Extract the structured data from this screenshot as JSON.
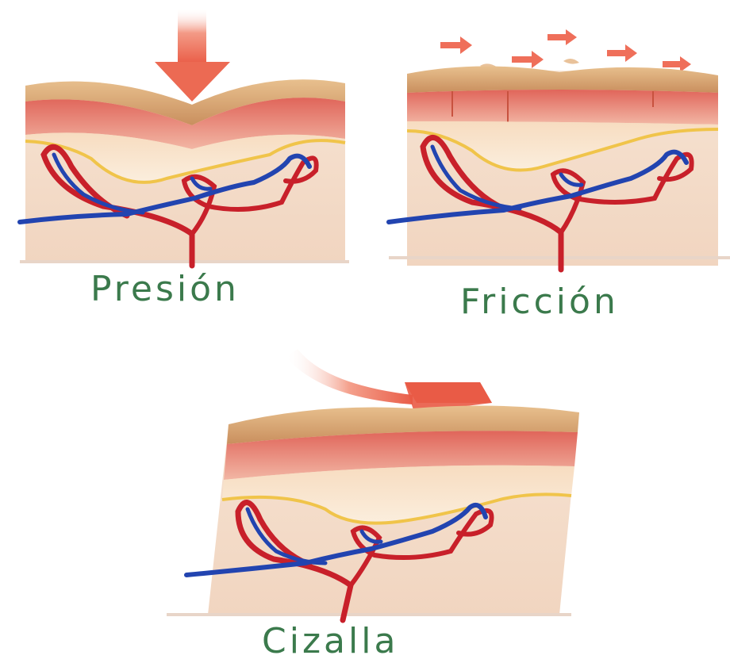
{
  "panels": [
    {
      "id": "presion",
      "label": "Presión"
    },
    {
      "id": "friccion",
      "label": "Fricción"
    },
    {
      "id": "cizalla",
      "label": "Cizalla"
    }
  ],
  "colors": {
    "caption_text": "#3b7a4c",
    "arrow": "#ef6f5a",
    "epidermis": "#d8a878",
    "dermis_red": "#e07a6e",
    "fat_yellow": "#f0c44a",
    "artery": "#c8202a",
    "vein": "#2244b0",
    "tissue": "#f5e1cf"
  }
}
